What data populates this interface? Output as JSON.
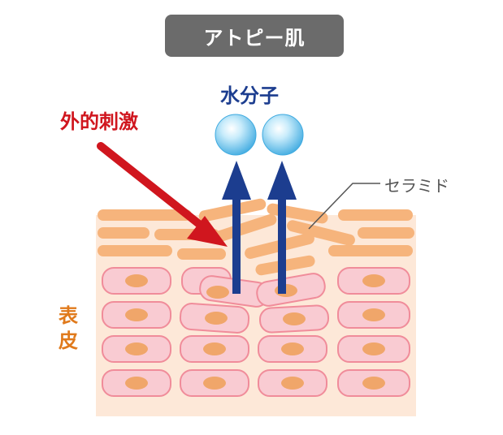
{
  "title": "アトピー肌",
  "labels": {
    "water_molecule": "水分子",
    "external_stimulus": "外的刺激",
    "ceramide": "セラミド",
    "epidermis": "表皮"
  },
  "colors": {
    "title_bg": "#6b6b6b",
    "title_text": "#ffffff",
    "water_label": "#1c3d8f",
    "stimulus_red": "#d0161e",
    "epidermis_label": "#e07a1c",
    "ceramide_text": "#555555",
    "skin_bg": "#fde8d8",
    "lipid_bar": "#f6b47c",
    "cell_fill": "#f9cbd2",
    "cell_stroke": "#f08c9a",
    "nucleus": "#f0a66a",
    "water_arrow": "#1c3d8f",
    "molecule_light": "#d6f1fb",
    "molecule_dark": "#3eaae0"
  }
}
